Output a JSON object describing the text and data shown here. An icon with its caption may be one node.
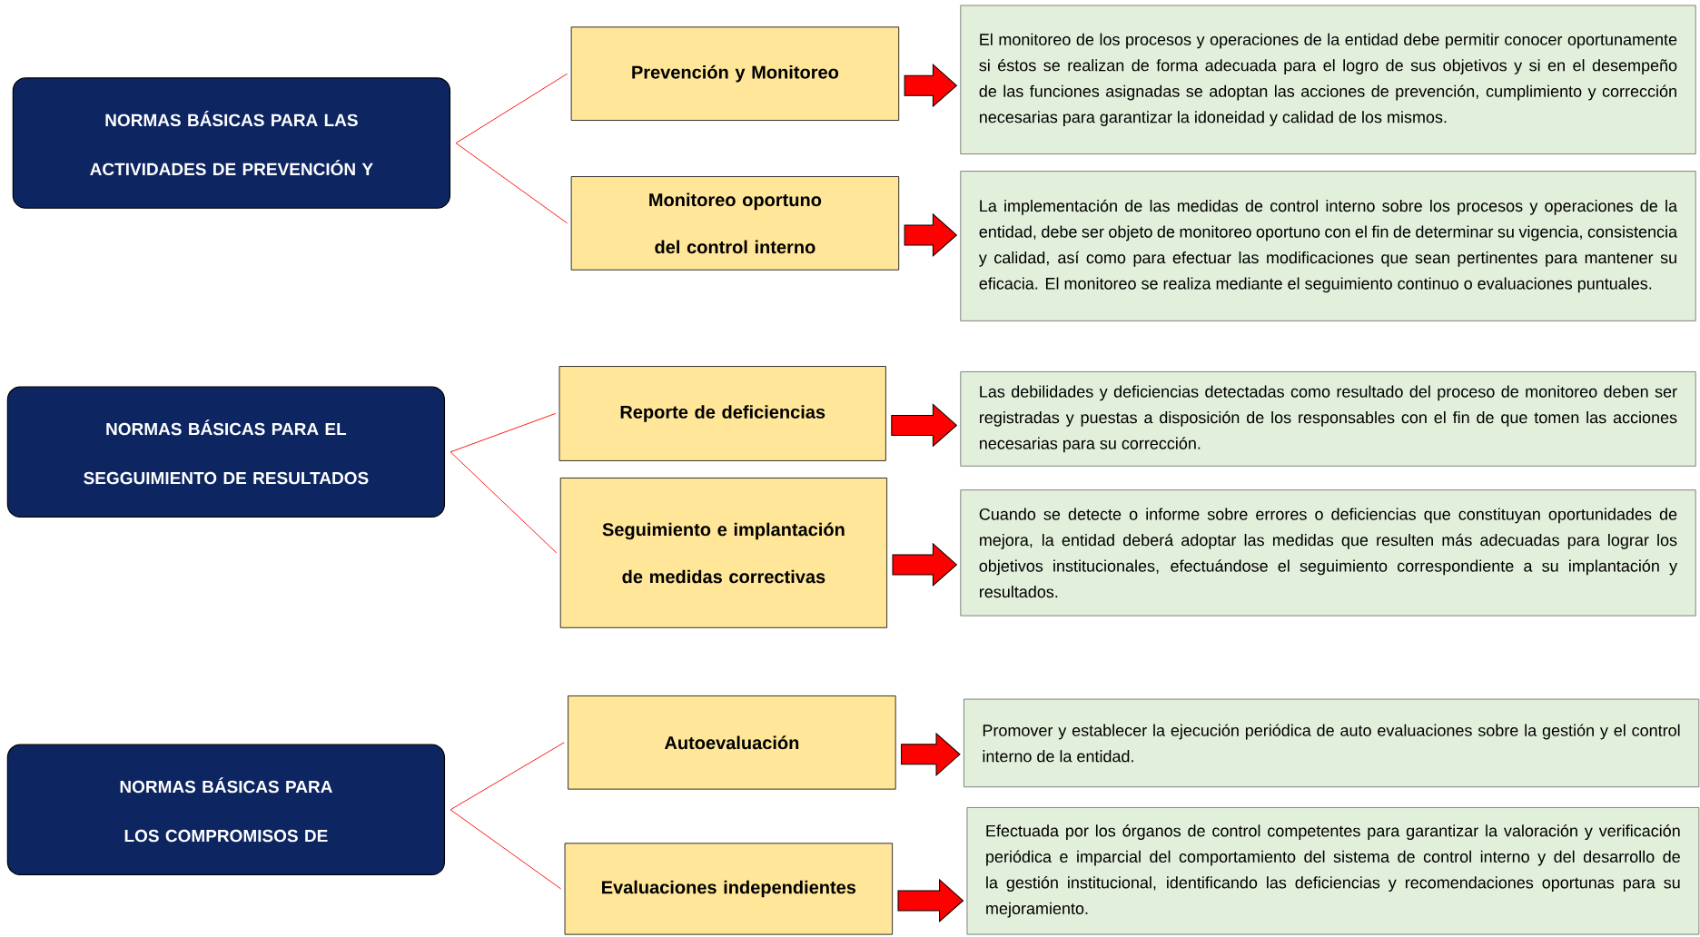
{
  "diagram": {
    "nodes": [
      {
        "text": [
          "NORMAS BÁSICAS PARA LAS ACTIVIDADES DE PREVENCIÓN Y"
        ]
      },
      {
        "text": [
          "Prevención y Monitoreo"
        ]
      },
      {
        "text": [
          "El monitoreo de los procesos y operaciones de la entidad debe permitir conocer oportunamente si éstos se realizan de forma adecuada para el logro de sus objetivos y si en el desempeño de las funciones asignadas se adoptan las acciones de prevención, cumplimiento y corrección necesarias para garantizar la idoneidad y calidad de los mismos."
        ]
      },
      {
        "text": [
          "Monitoreo oportuno del control interno"
        ]
      },
      {
        "text": [
          "La implementación de las medidas de control interno sobre los procesos y operaciones de la entidad, debe ser objeto de monitoreo oportuno con el fin de determinar su vigencia, consistencia y calidad, así como para efectuar las modificaciones que sean pertinentes para mantener su eficacia. El monitoreo se realiza mediante el seguimiento continuo o evaluaciones puntuales."
        ]
      },
      {
        "text": [
          "NORMAS BÁSICAS PARA EL SEGGUIMIENTO DE RESULTADOS"
        ]
      },
      {
        "text": [
          "Reporte de deficiencias"
        ]
      },
      {
        "text": [
          "Las debilidades y deficiencias detectadas como resultado del proceso de monitoreo deben ser registradas y puestas a disposición de los responsables con el fin de que tomen las acciones necesarias para su corrección."
        ]
      },
      {
        "text": [
          "Seguimiento e implantación de medidas correctivas"
        ]
      },
      {
        "text": [
          "Cuando se detecte o informe sobre errores o deficiencias que constituyan oportunidades de mejora, la entidad deberá adoptar las medidas que resulten más adecuadas para lograr los objetivos institucionales, efectuándose el seguimiento correspondiente a su implantación y resultados."
        ]
      },
      {
        "text": [
          "NORMAS BÁSICAS PARA LOS COMPROMISOS DE"
        ]
      },
      {
        "text": [
          "Autoevaluación"
        ]
      },
      {
        "text": [
          "Promover y establecer la ejecución periódica de auto evaluaciones sobre la gestión y el control interno de la entidad."
        ]
      },
      {
        "text": [
          "Evaluaciones independientes"
        ]
      },
      {
        "text": [
          "Efectuada por los órganos de control competentes para garantizar la valoración y verificación periódica e imparcial del comportamiento del sistema de control interno y del desarrollo de la gestión institucional, identificando las deficiencias y recomendaciones oportunas para su mejoramiento."
        ]
      }
    ],
    "edges": [
      {
        "from": 0,
        "to": 1,
        "arrow": "none"
      },
      {
        "from": 0,
        "to": 3,
        "arrow": "none"
      },
      {
        "from": 1,
        "to": 2,
        "arrow": "to",
        "style": "thick"
      },
      {
        "from": 3,
        "to": 4,
        "arrow": "to",
        "style": "thick"
      },
      {
        "from": 5,
        "to": 6,
        "arrow": "none"
      },
      {
        "from": 5,
        "to": 8,
        "arrow": "none"
      },
      {
        "from": 6,
        "to": 7,
        "arrow": "to",
        "style": "thick"
      },
      {
        "from": 8,
        "to": 9,
        "arrow": "to",
        "style": "thick"
      },
      {
        "from": 10,
        "to": 11,
        "arrow": "none"
      },
      {
        "from": 10,
        "to": 13,
        "arrow": "none"
      },
      {
        "from": 11,
        "to": 12,
        "arrow": "to",
        "style": "thick"
      },
      {
        "from": 13,
        "to": 14,
        "arrow": "to",
        "style": "thick"
      }
    ]
  }
}
